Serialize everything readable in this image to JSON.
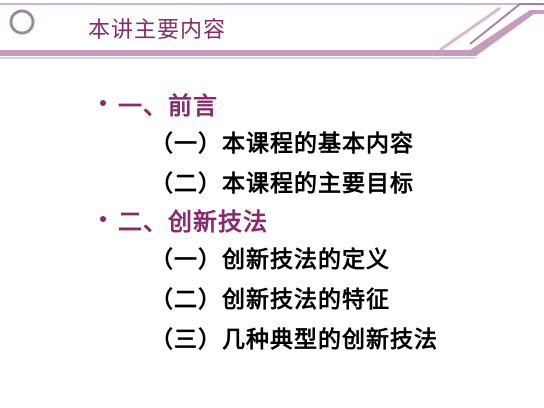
{
  "slide": {
    "title": "本讲主要内容"
  },
  "colors": {
    "accent": "#8a2a6c",
    "header_band": "#c79bbd",
    "text": "#000000"
  },
  "outline": {
    "section_1": {
      "label": "一、前言",
      "items": [
        "（一）本课程的基本内容",
        "（二）本课程的主要目标"
      ]
    },
    "section_2": {
      "label": "二、创新技法",
      "items": [
        "（一）创新技法的定义",
        "（二）创新技法的特征",
        "（三）几种典型的创新技法"
      ]
    }
  }
}
